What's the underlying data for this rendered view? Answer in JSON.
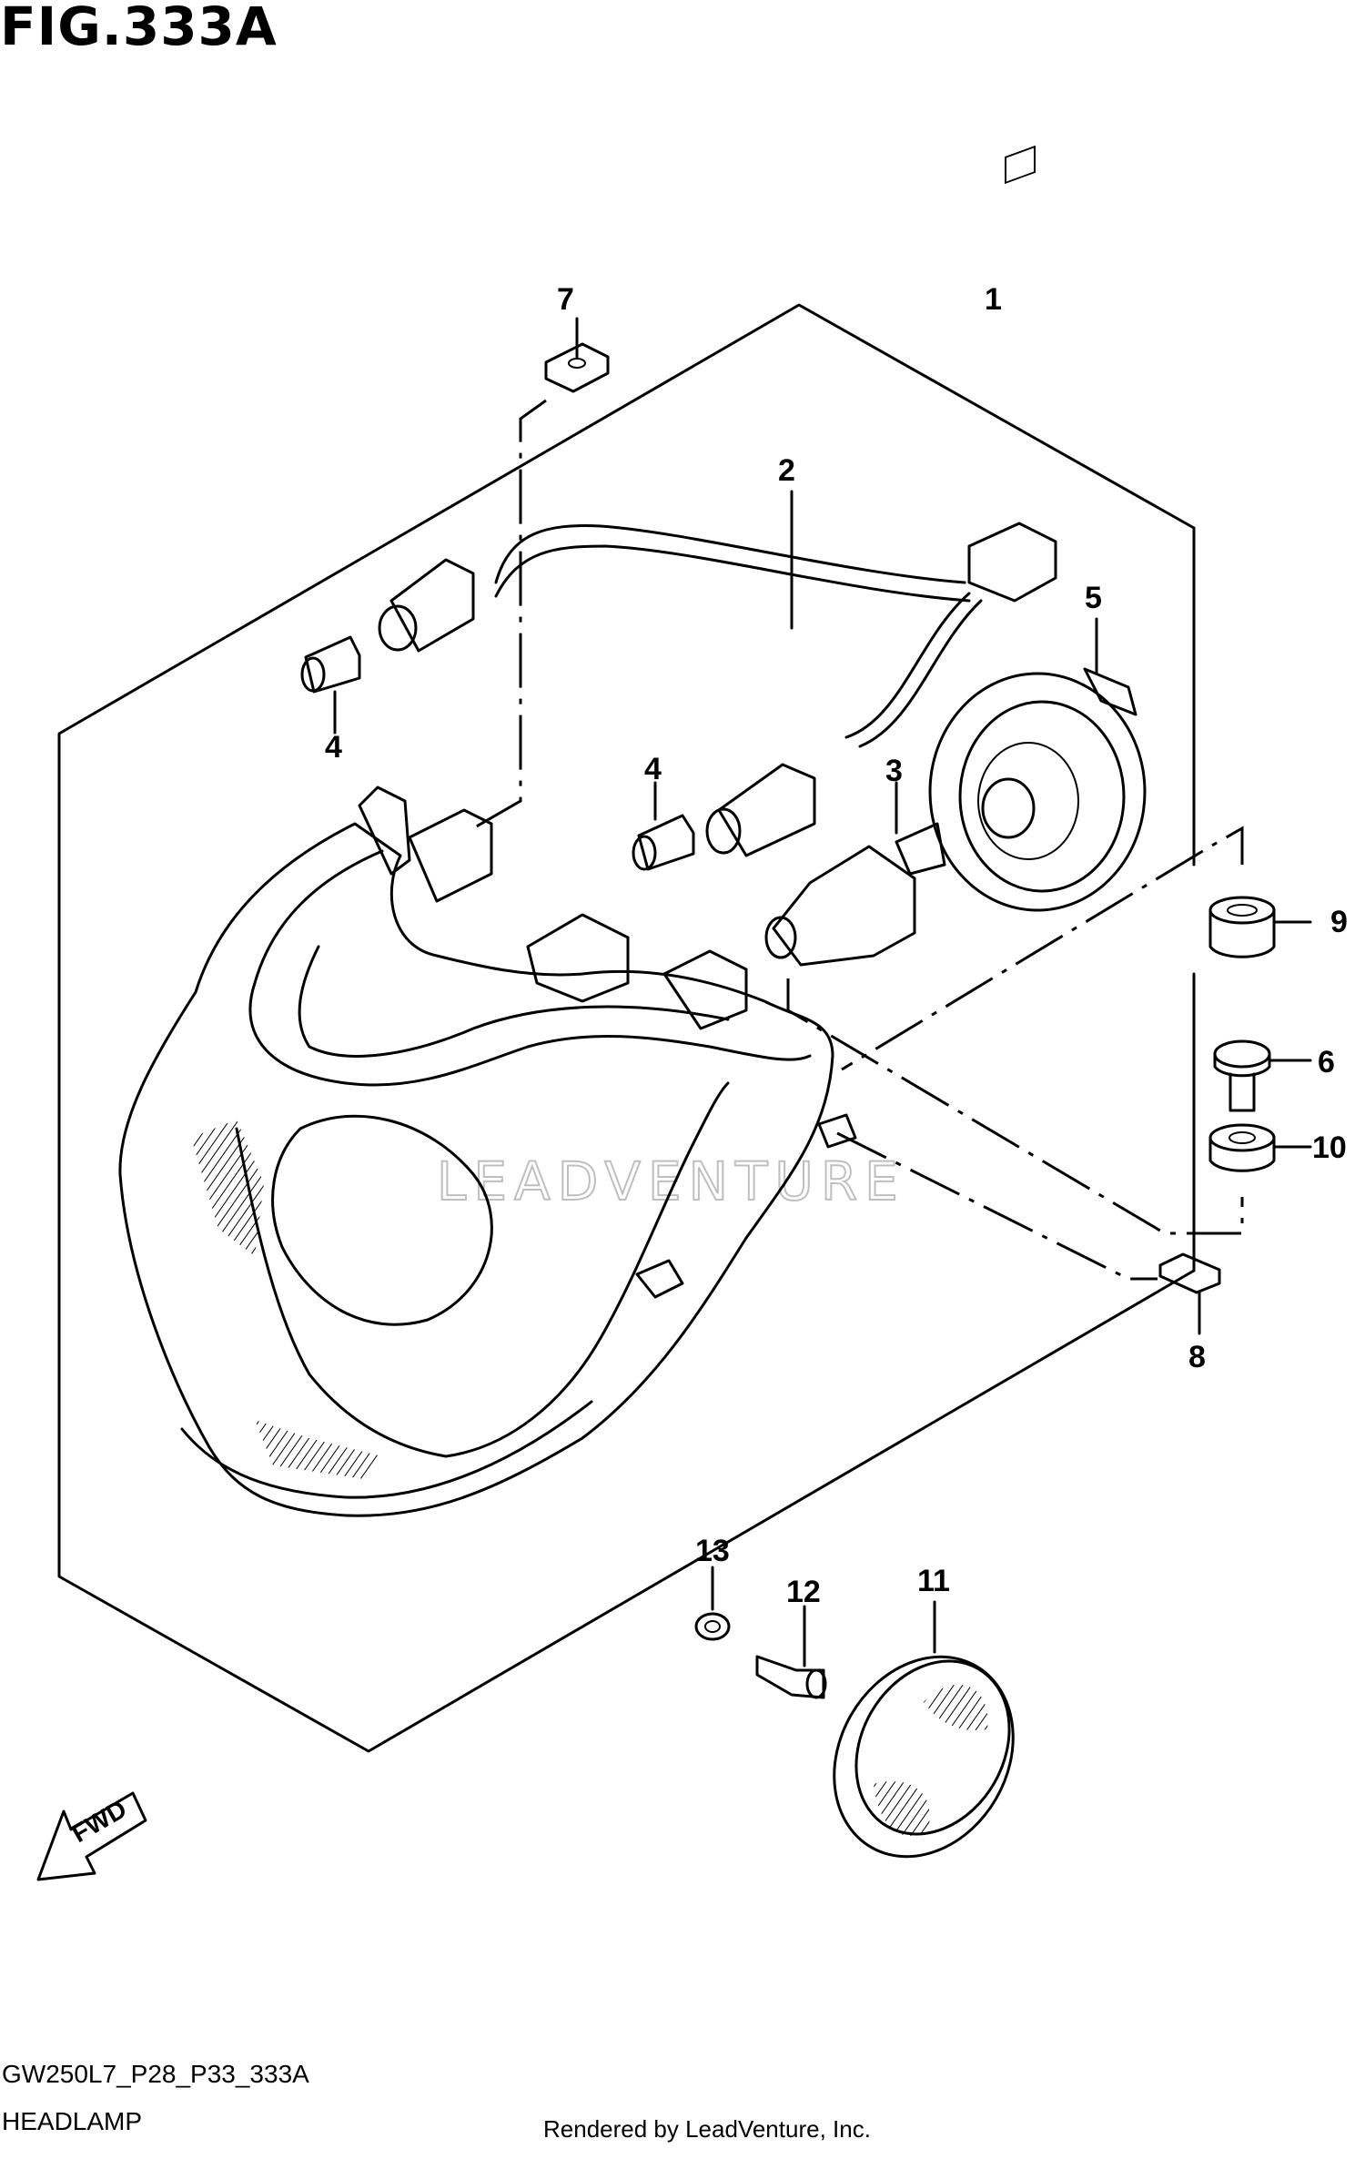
{
  "figure": {
    "title": "FIG.333A",
    "code": "GW250L7_P28_P33_333A",
    "name": "HEADLAMP",
    "credit": "Rendered by LeadVenture, Inc.",
    "watermark": "LEADVENTURE",
    "fwd_label": "FWD"
  },
  "callouts": [
    {
      "id": "c1",
      "label": "1"
    },
    {
      "id": "c2",
      "label": "2"
    },
    {
      "id": "c3",
      "label": "3"
    },
    {
      "id": "c4a",
      "label": "4"
    },
    {
      "id": "c4b",
      "label": "4"
    },
    {
      "id": "c5",
      "label": "5"
    },
    {
      "id": "c6",
      "label": "6"
    },
    {
      "id": "c7",
      "label": "7"
    },
    {
      "id": "c8",
      "label": "8"
    },
    {
      "id": "c9",
      "label": "9"
    },
    {
      "id": "c10",
      "label": "10"
    },
    {
      "id": "c11",
      "label": "11"
    },
    {
      "id": "c12",
      "label": "12"
    },
    {
      "id": "c13",
      "label": "13"
    }
  ]
}
